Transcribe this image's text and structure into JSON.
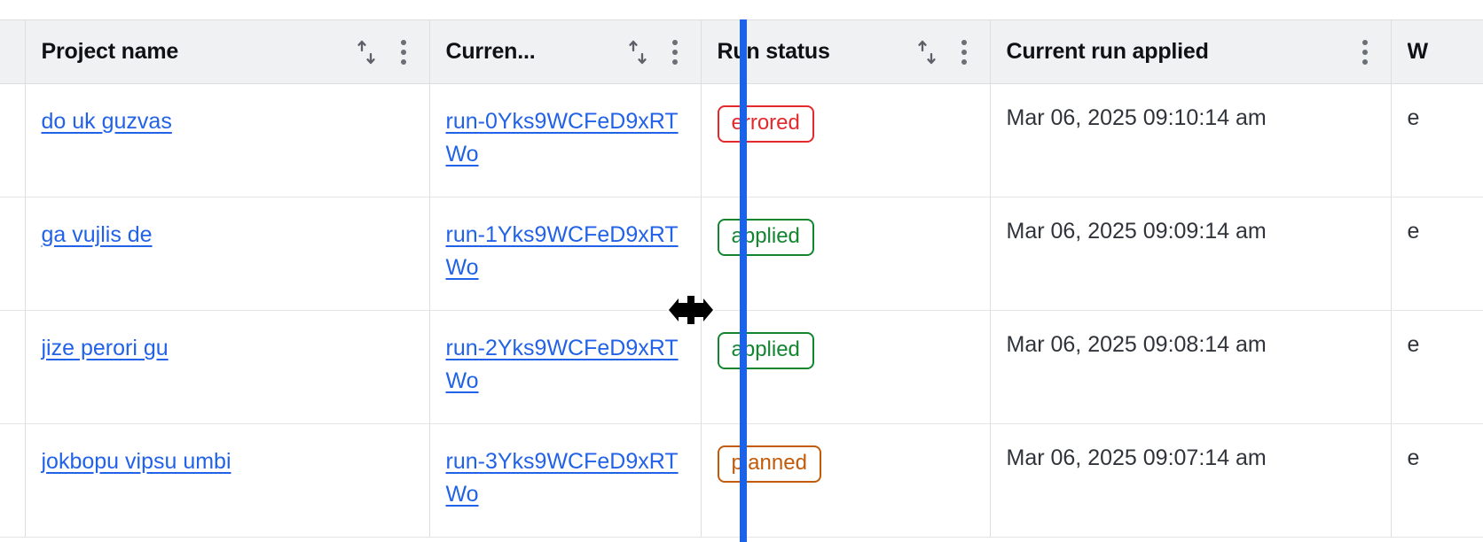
{
  "table": {
    "columns": [
      {
        "key": "select",
        "label": "",
        "has_sort": false,
        "has_menu": false,
        "truncated": false
      },
      {
        "key": "project",
        "label": "Project name",
        "has_sort": true,
        "has_menu": true,
        "truncated": false
      },
      {
        "key": "run",
        "label": "Curren...",
        "has_sort": true,
        "has_menu": true,
        "truncated": true
      },
      {
        "key": "status",
        "label": "Run status",
        "has_sort": true,
        "has_menu": true,
        "truncated": false
      },
      {
        "key": "applied",
        "label": "Current run applied",
        "has_sort": false,
        "has_menu": true,
        "truncated": false
      },
      {
        "key": "last",
        "label": "W",
        "has_sort": false,
        "has_menu": false,
        "truncated": true
      }
    ],
    "rows": [
      {
        "project": "do uk guzvas",
        "run": "run-0Yks9WCFeD9xRTWo",
        "status": "errored",
        "status_kind": "errored",
        "applied": "Mar 06, 2025 09:10:14 am",
        "last": "e"
      },
      {
        "project": "ga vujlis de",
        "run": "run-1Yks9WCFeD9xRTWo",
        "status": "applied",
        "status_kind": "applied",
        "applied": "Mar 06, 2025 09:09:14 am",
        "last": "e"
      },
      {
        "project": "jize perori gu",
        "run": "run-2Yks9WCFeD9xRTWo",
        "status": "applied",
        "status_kind": "applied",
        "applied": "Mar 06, 2025 09:08:14 am",
        "last": "e"
      },
      {
        "project": "jokbopu vipsu umbi",
        "run": "run-3Yks9WCFeD9xRTWo",
        "status": "planned",
        "status_kind": "planned",
        "applied": "Mar 06, 2025 09:07:14 am",
        "last": "e"
      }
    ]
  },
  "icons": {
    "sort": "sort-ascending-descending-icon",
    "menu": "kebab-menu-icon",
    "cursor": "col-resize-cursor"
  },
  "interaction": {
    "resize_active": true,
    "resize_column": "run",
    "resize_line_color": "#1a63e8"
  },
  "colors": {
    "link": "#2262e8",
    "header_bg": "#f0f1f2",
    "border": "#dcdee0",
    "status_errored": "#e4282c",
    "status_applied": "#12862f",
    "status_planned": "#c25b09"
  }
}
